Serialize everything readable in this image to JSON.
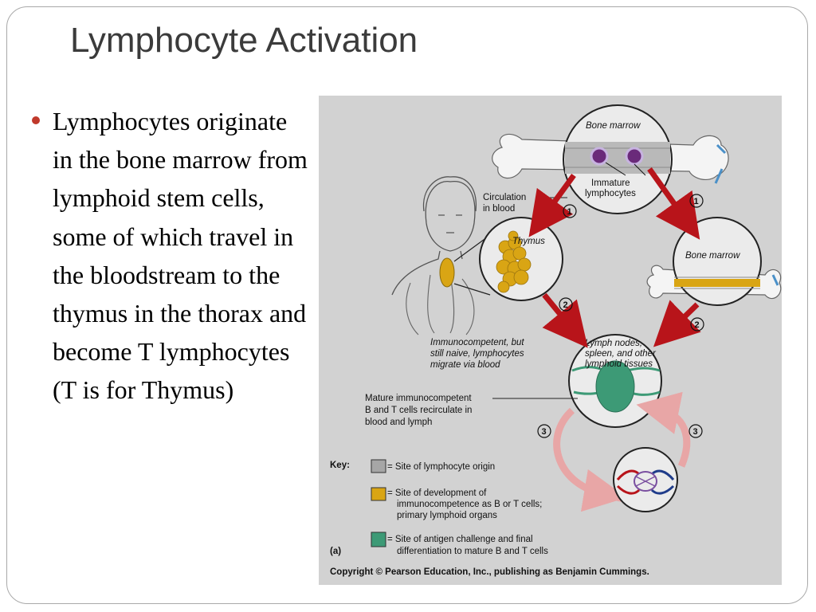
{
  "slide": {
    "title": "Lymphocyte Activation",
    "bullet": "Lymphocytes originate in the bone marrow from lymphoid stem cells, some of which travel in the bloodstream to the thymus in the thorax and become T lymphocytes (T is for Thymus)",
    "accent_color": "#c0392b"
  },
  "figure": {
    "bone_marrow_top": "Bone marrow",
    "immature_1": "Immature",
    "immature_2": "lymphocytes",
    "circulation_1": "Circulation",
    "circulation_2": "in blood",
    "thymus": "Thymus",
    "bone_marrow_right": "Bone marrow",
    "immuno_1": "Immunocompetent, but",
    "immuno_2": "still naive, lymphocytes",
    "immuno_3": "migrate via blood",
    "lymph_1": "Lymph nodes,",
    "lymph_2": "spleen, and other",
    "lymph_3": "lymphoid tissues",
    "mature_1": "Mature immunocompetent",
    "mature_2": "B and T cells recirculate in",
    "mature_3": "blood and lymph",
    "step_1": "1",
    "step_2": "2",
    "step_3": "3",
    "key_label": "Key:",
    "key_1": "= Site of lymphocyte origin",
    "key_2a": "= Site of development of",
    "key_2b": "immunocompetence as B or T cells;",
    "key_2c": "primary lymphoid organs",
    "key_3a": "= Site of antigen challenge and final",
    "key_3b": "differentiation to mature B and T cells",
    "panel": "(a)",
    "copyright": "Copyright © Pearson Education, Inc., publishing as Benjamin Cummings.",
    "colors": {
      "background": "#d2d2d2",
      "arrow": "#b8141a",
      "recirculation": "#e8a6a6",
      "thymus": "#d9a514",
      "lymph": "#3d9a76",
      "key_gray": "#a6a6a6"
    }
  }
}
